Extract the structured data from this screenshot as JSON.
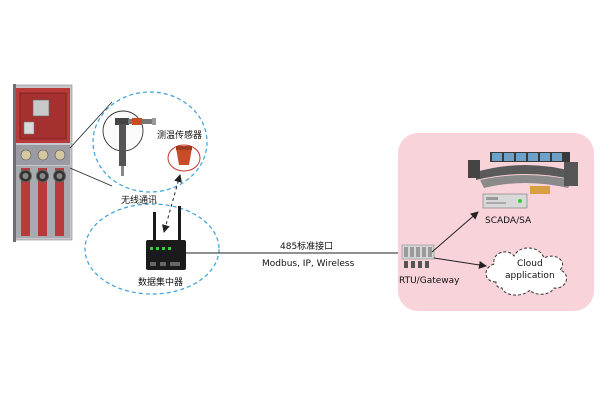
{
  "labels": {
    "temp_sensor": "测温传感器",
    "wireless_comm": "无线通讯",
    "data_concentrator": "数据集中器",
    "protocol_485": "485标准接口",
    "protocols": "Modbus, IP, Wireless",
    "rtu_gateway": "RTU/Gateway",
    "scada": "SCADA/SA",
    "cloud_line1": "Cloud",
    "cloud_line2": "application"
  },
  "colors": {
    "cabinet_red": "#b83a3a",
    "cabinet_dark": "#8a2222",
    "cabinet_gray": "#c8c8cc",
    "pink_region": "#f9d3da",
    "dashed_blue": "#3aa0d8",
    "sensor_red": "#c84c2a",
    "device_black": "#1b1b1b",
    "led_green": "#3ccf3c",
    "line": "#222222"
  },
  "icons": {
    "cabinet": "switchgear-cabinet-icon",
    "probe": "cable-probe-icon",
    "sensor": "temperature-sensor-icon",
    "concentrator": "data-concentrator-icon",
    "rtu": "rtu-gateway-icon",
    "scada": "scada-server-icon",
    "control_room": "control-room-icon",
    "cloud": "cloud-icon"
  }
}
